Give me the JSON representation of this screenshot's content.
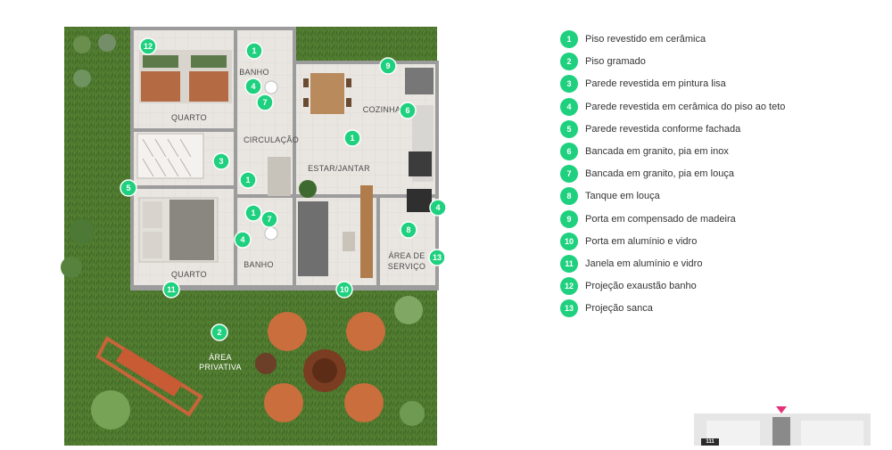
{
  "plan": {
    "rooms": [
      {
        "id": "quarto-top",
        "label": "QUARTO"
      },
      {
        "id": "banho-top",
        "label": "BANHO"
      },
      {
        "id": "circulacao",
        "label": "CIRCULAÇÃO"
      },
      {
        "id": "cozinha",
        "label": "COZINHA"
      },
      {
        "id": "estar",
        "label": "ESTAR/JANTAR"
      },
      {
        "id": "quarto-bottom",
        "label": "QUARTO"
      },
      {
        "id": "banho-bottom",
        "label": "BANHO"
      },
      {
        "id": "area-servico",
        "label1": "ÁREA DE",
        "label2": "SERVIÇO"
      },
      {
        "id": "area-privativa",
        "label1": "ÁREA",
        "label2": "PRIVATIVA"
      }
    ],
    "badges": [
      "12",
      "1",
      "4",
      "7",
      "9",
      "6",
      "1",
      "3",
      "1",
      "5",
      "1",
      "7",
      "4",
      "4",
      "8",
      "13",
      "11",
      "10",
      "2"
    ]
  },
  "legend": [
    {
      "num": "1",
      "text": "Piso revestido em cerâmica"
    },
    {
      "num": "2",
      "text": "Piso gramado"
    },
    {
      "num": "3",
      "text": "Parede revestida em pintura lisa"
    },
    {
      "num": "4",
      "text": "Parede revestida em cerâmica do piso ao teto"
    },
    {
      "num": "5",
      "text": "Parede revestida conforme fachada"
    },
    {
      "num": "6",
      "text": "Bancada em granito, pia em inox"
    },
    {
      "num": "7",
      "text": "Bancada em granito, pia em louça"
    },
    {
      "num": "8",
      "text": "Tanque em louça"
    },
    {
      "num": "9",
      "text": "Porta em compensado de madeira"
    },
    {
      "num": "10",
      "text": "Porta em alumínio e vidro"
    },
    {
      "num": "11",
      "text": "Janela em alumínio e vidro"
    },
    {
      "num": "12",
      "text": "Projeção exaustão banho"
    },
    {
      "num": "13",
      "text": "Projeção sanca"
    }
  ],
  "keyplan": {
    "unit_label": "111"
  },
  "colors": {
    "badge": "#1fd17f",
    "accent_marker": "#e6317a"
  }
}
